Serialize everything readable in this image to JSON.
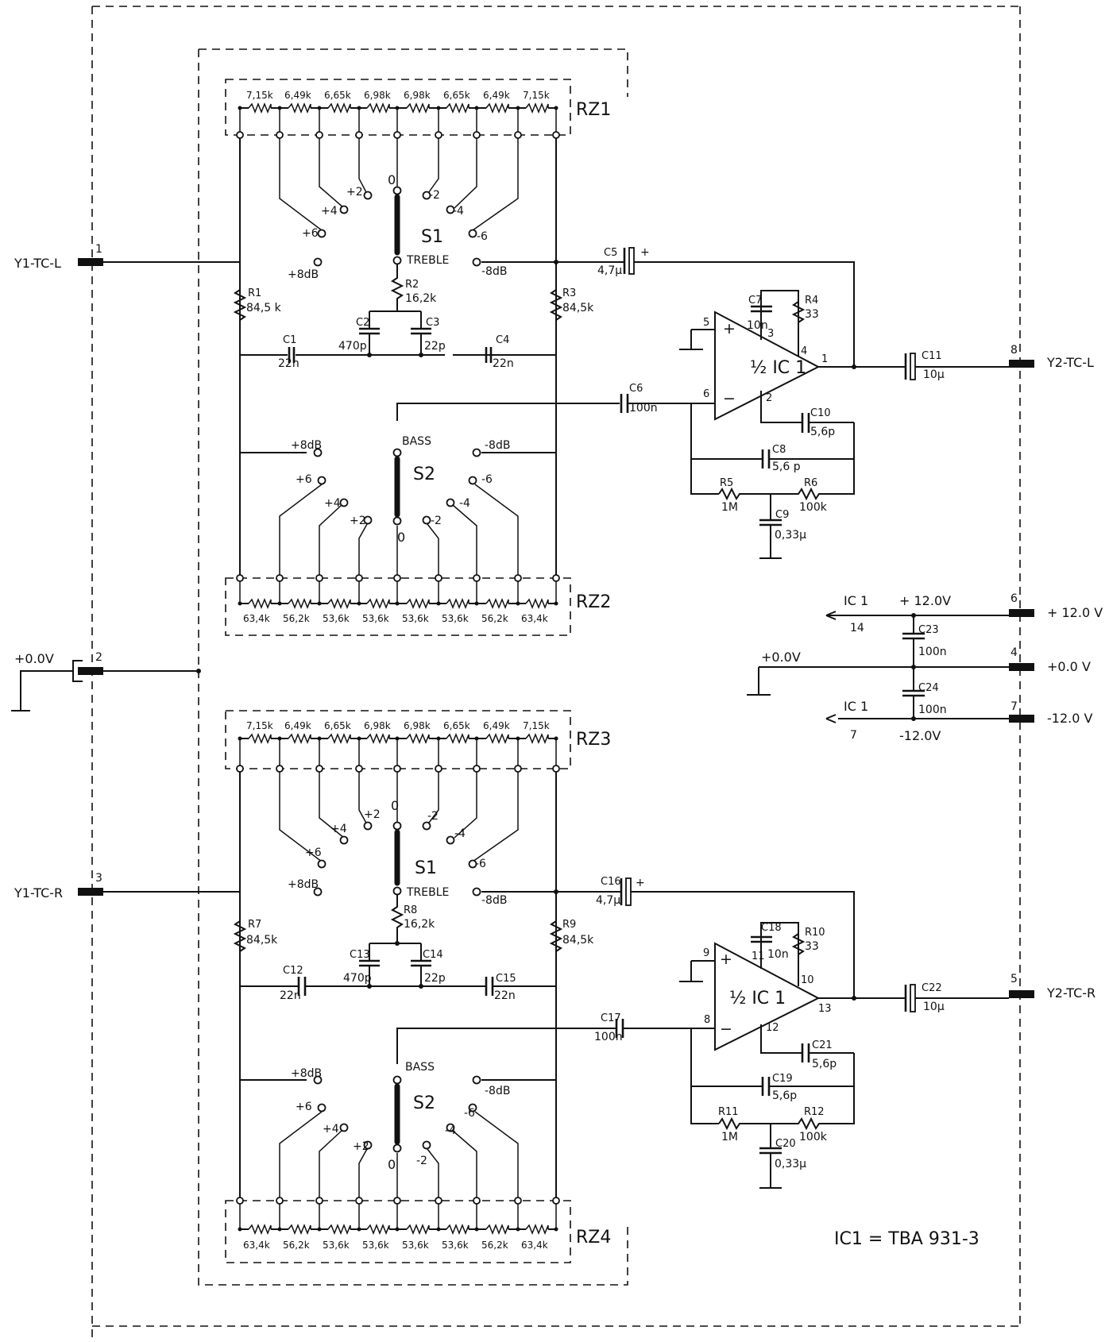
{
  "connectors": {
    "in_left": {
      "label": "Y1-TC-L",
      "pin": "1"
    },
    "in_right": {
      "label": "Y1-TC-R",
      "pin": "3"
    },
    "ground": {
      "label": "+0.0V",
      "pin": "2"
    },
    "out_left": {
      "label": "Y2-TC-L",
      "pin": "8"
    },
    "out_right": {
      "label": "Y2-TC-R",
      "pin": "5"
    },
    "pos_supply": {
      "label": "+ 12.0 V",
      "pin": "6"
    },
    "zero_supply": {
      "label": "+0.0 V",
      "pin": "4"
    },
    "neg_supply": {
      "label": "-12.0 V",
      "pin": "7"
    }
  },
  "networks": {
    "rz1": {
      "name": "RZ1",
      "values": [
        "7,15k",
        "6,49k",
        "6,65k",
        "6,98k",
        "6,98k",
        "6,65k",
        "6,49k",
        "7,15k"
      ]
    },
    "rz2": {
      "name": "RZ2",
      "values": [
        "63,4k",
        "56,2k",
        "53,6k",
        "53,6k",
        "53,6k",
        "53,6k",
        "56,2k",
        "63,4k"
      ]
    },
    "rz3": {
      "name": "RZ3",
      "values": [
        "7,15k",
        "6,49k",
        "6,65k",
        "6,98k",
        "6,98k",
        "6,65k",
        "6,49k",
        "7,15k"
      ]
    },
    "rz4": {
      "name": "RZ4",
      "values": [
        "63,4k",
        "56,2k",
        "53,6k",
        "53,6k",
        "53,6k",
        "53,6k",
        "56,2k",
        "63,4k"
      ]
    }
  },
  "switch_labels": {
    "s1": "S1",
    "s2": "S2",
    "treble": "TREBLE",
    "bass": "BASS",
    "plus8": "+8dB",
    "minus8": "-8dB",
    "plus6": "+6",
    "plus4": "+4",
    "plus2": "+2",
    "zero": "0",
    "minus2": "-2",
    "minus4": "-4",
    "minus6": "-6"
  },
  "upper": {
    "r1": {
      "name": "R1",
      "value": "84,5 k"
    },
    "r2": {
      "name": "R2",
      "value": "16,2k"
    },
    "r3": {
      "name": "R3",
      "value": "84,5k"
    },
    "c1": {
      "name": "C1",
      "value": "22n"
    },
    "c2": {
      "name": "C2",
      "value": "470p"
    },
    "c3": {
      "name": "C3",
      "value": "22p"
    },
    "c4": {
      "name": "C4",
      "value": "22n"
    },
    "c5": {
      "name": "C5",
      "value": "4,7µ"
    },
    "c6": {
      "name": "C6",
      "value": "100n"
    },
    "c7": {
      "name": "C7",
      "value": "10n"
    },
    "r4": {
      "name": "R4",
      "value": "33"
    },
    "c8": {
      "name": "C8",
      "value": "5,6 p"
    },
    "c9": {
      "name": "C9",
      "value": "0,33µ"
    },
    "c10": {
      "name": "C10",
      "value": "5,6p"
    },
    "c11": {
      "name": "C11",
      "value": "10µ"
    },
    "r5": {
      "name": "R5",
      "value": "1M"
    },
    "r6": {
      "name": "R6",
      "value": "100k"
    },
    "ic": "½ IC 1",
    "pins": {
      "plus": "5",
      "minus": "6",
      "p3": "3",
      "p4": "4",
      "out": "1",
      "p2": "2"
    }
  },
  "lower": {
    "r7": {
      "name": "R7",
      "value": "84,5k"
    },
    "r8": {
      "name": "R8",
      "value": "16,2k"
    },
    "r9": {
      "name": "R9",
      "value": "84,5k"
    },
    "c12": {
      "name": "C12",
      "value": "22n"
    },
    "c13": {
      "name": "C13",
      "value": "470p"
    },
    "c14": {
      "name": "C14",
      "value": "22p"
    },
    "c15": {
      "name": "C15",
      "value": "22n"
    },
    "c16": {
      "name": "C16",
      "value": "4,7µ"
    },
    "c17": {
      "name": "C17",
      "value": "100n"
    },
    "c18": {
      "name": "C18",
      "value": "10n"
    },
    "r10": {
      "name": "R10",
      "value": "33"
    },
    "c19": {
      "name": "C19",
      "value": "5,6p"
    },
    "c20": {
      "name": "C20",
      "value": "0,33µ"
    },
    "c21": {
      "name": "C21",
      "value": "5,6p"
    },
    "c22": {
      "name": "C22",
      "value": "10µ"
    },
    "r11": {
      "name": "R11",
      "value": "1M"
    },
    "r12": {
      "name": "R12",
      "value": "100k"
    },
    "ic": "½ IC 1",
    "pins": {
      "plus": "9",
      "minus": "8",
      "p11": "11",
      "p10": "10",
      "out": "13",
      "p12": "12"
    }
  },
  "supply": {
    "ic1_a": "IC 1",
    "pin14": "14",
    "plus12": "+ 12.0V",
    "c23": {
      "name": "C23",
      "value": "100n"
    },
    "zero": "+0.0V",
    "c24": {
      "name": "C24",
      "value": "100n"
    },
    "ic1_b": "IC 1",
    "pin7": "7",
    "minus12": "-12.0V"
  },
  "footnote": "IC1 = TBA 931-3"
}
